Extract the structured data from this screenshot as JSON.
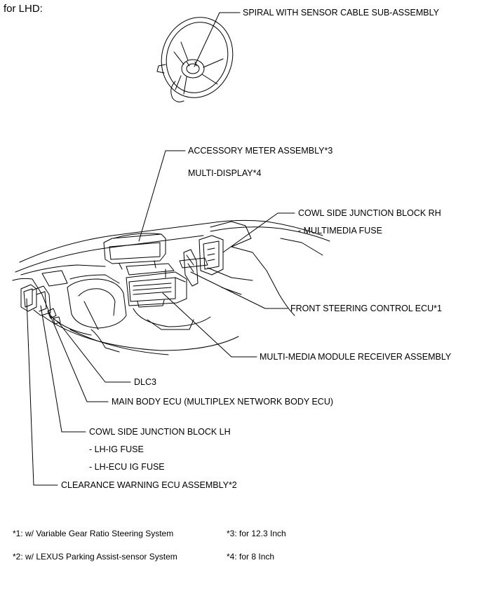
{
  "heading": "for LHD:",
  "labels": {
    "spiral": "SPIRAL WITH SENSOR CABLE SUB-ASSEMBLY",
    "accessory_meter": "ACCESSORY METER ASSEMBLY*3",
    "multi_display": "MULTI-DISPLAY*4",
    "cowl_rh": "COWL SIDE JUNCTION BLOCK RH",
    "cowl_rh_fuse": "- MULTIMEDIA FUSE",
    "front_steering_ecu": "FRONT STEERING CONTROL ECU*1",
    "multimedia_receiver": "MULTI-MEDIA MODULE RECEIVER ASSEMBLY",
    "dlc3": "DLC3",
    "main_body_ecu": "MAIN BODY ECU (MULTIPLEX NETWORK BODY ECU)",
    "cowl_lh": "COWL SIDE JUNCTION BLOCK LH",
    "cowl_lh_fuse1": "- LH-IG FUSE",
    "cowl_lh_fuse2": "- LH-ECU IG FUSE",
    "clearance_ecu": "CLEARANCE WARNING ECU ASSEMBLY*2"
  },
  "footnotes": {
    "n1": "*1: w/ Variable Gear Ratio Steering System",
    "n2": "*2: w/ LEXUS Parking Assist-sensor System",
    "n3": "*3: for 12.3 Inch",
    "n4": "*4: for 8 Inch"
  }
}
